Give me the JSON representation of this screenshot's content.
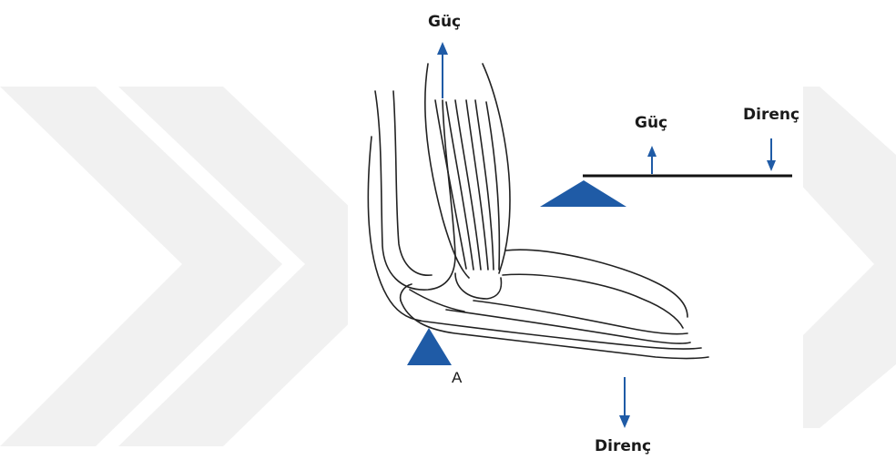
{
  "colors": {
    "accent_blue": "#1f5ba6",
    "lever_black": "#111111",
    "watermark_gray": "#f0f0f0",
    "line_art": "#222222"
  },
  "icons": [
    "fulcrum-triangle-icon",
    "up-arrow-icon",
    "down-arrow-icon"
  ],
  "labels": {
    "top_force": "Güç",
    "bottom_resistance": "Direnç",
    "joint_point": "A",
    "lever_force": "Güç",
    "lever_resistance": "Direnç"
  }
}
